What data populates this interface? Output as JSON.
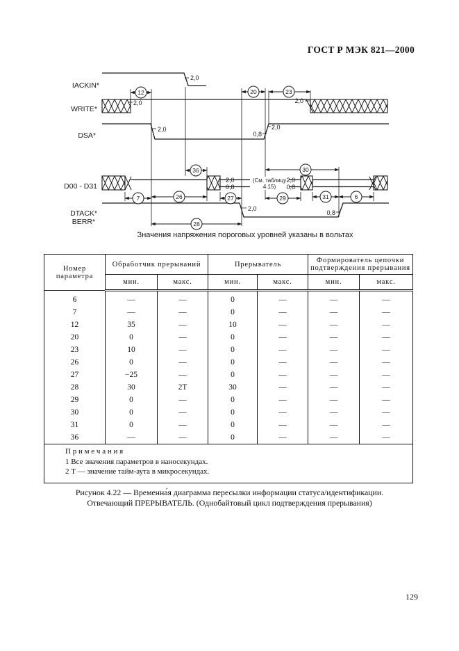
{
  "page": {
    "header": "ГОСТ Р МЭК 821—2000",
    "number": "129"
  },
  "diagram": {
    "signals": {
      "iackin": "IACKIN*",
      "write": "WRITE*",
      "dsa": "DSA*",
      "dbus": "D00 - D31",
      "dtack": "DTACK*",
      "berr": "BERR*"
    },
    "levels": {
      "high": "2,0",
      "low": "0,8"
    },
    "params": {
      "6": "6",
      "7": "7",
      "12": "12",
      "20": "20",
      "23": "23",
      "26": "26",
      "27": "27",
      "28": "28",
      "29": "29",
      "30": "30",
      "31": "31",
      "36": "36"
    },
    "see_table_line1": "(См. таблицу",
    "see_table_line2": "4.15)",
    "caption": "Значения напряжения пороговых уровней указаны в вольтах"
  },
  "table": {
    "param_header": "Номер параметра",
    "groups": [
      "Обработчик прерываний",
      "Прерыватель",
      "Формирователь цепочки подтверждения прерывания"
    ],
    "subheaders": [
      "мин.",
      "макс.",
      "мин.",
      "макс.",
      "мин.",
      "макс."
    ],
    "rows": [
      [
        "6",
        "—",
        "—",
        "0",
        "—",
        "—",
        "—"
      ],
      [
        "7",
        "—",
        "—",
        "0",
        "—",
        "—",
        "—"
      ],
      [
        "12",
        "35",
        "—",
        "10",
        "—",
        "—",
        "—"
      ],
      [
        "20",
        "0",
        "—",
        "0",
        "—",
        "—",
        "—"
      ],
      [
        "23",
        "10",
        "—",
        "0",
        "—",
        "—",
        "—"
      ],
      [
        "26",
        "0",
        "—",
        "0",
        "—",
        "—",
        "—"
      ],
      [
        "27",
        "−25",
        "—",
        "0",
        "—",
        "—",
        "—"
      ],
      [
        "28",
        "30",
        "2Т",
        "30",
        "—",
        "—",
        "—"
      ],
      [
        "29",
        "0",
        "—",
        "0",
        "—",
        "—",
        "—"
      ],
      [
        "30",
        "0",
        "—",
        "0",
        "—",
        "—",
        "—"
      ],
      [
        "31",
        "0",
        "—",
        "0",
        "—",
        "—",
        "—"
      ],
      [
        "36",
        "—",
        "—",
        "0",
        "—",
        "—",
        "—"
      ]
    ],
    "notes": {
      "title": "П р и м е ч а н и я",
      "items": [
        "1 Все значения параметров в наносекундах.",
        "2 Т — значение тайм-аута в микросекундах."
      ]
    }
  },
  "figure_caption": {
    "line1": "Рисунок 4.22 — Временна́я диаграмма пересылки информации статуса/идентификации.",
    "line2": "Отвечающий ПРЕРЫВАТЕЛЬ. (Однобайтовый цикл подтверждения прерывания)"
  }
}
